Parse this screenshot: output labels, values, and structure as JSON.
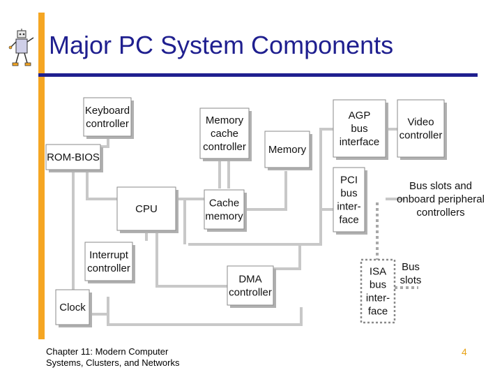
{
  "slide": {
    "title": "Major PC System Components",
    "footer_line1": "Chapter 11: Modern Computer",
    "footer_line2": "Systems, Clusters, and Networks",
    "page_number": "4"
  },
  "colors": {
    "title": "#1F1F8F",
    "accent_bar": "#F5A623",
    "page_number": "#E8A317",
    "connector": "#C8C8C8",
    "box_shadow": "#B0B0B0"
  },
  "diagram": {
    "boxes": {
      "keyboard": [
        "Keyboard",
        "controller"
      ],
      "rombios": [
        "ROM-BIOS"
      ],
      "cpu": [
        "CPU"
      ],
      "interrupt": [
        "Interrupt",
        "controller"
      ],
      "clock": [
        "Clock"
      ],
      "memcache": [
        "Memory",
        "cache",
        "controller"
      ],
      "cachemem": [
        "Cache",
        "memory"
      ],
      "memory": [
        "Memory"
      ],
      "dma": [
        "DMA",
        "controller"
      ],
      "agp": [
        "AGP",
        "bus",
        "interface"
      ],
      "video": [
        "Video",
        "controller"
      ],
      "pci": [
        "PCI",
        "bus",
        "inter-",
        "face"
      ],
      "isa": [
        "ISA",
        "bus",
        "inter-",
        "face"
      ]
    },
    "labels": {
      "bus_slots_onboard": [
        "Bus slots and",
        "onboard peripheral",
        "controllers"
      ],
      "bus_slots": [
        "Bus",
        "slots"
      ]
    },
    "mascot_icon": "robot-mascot-icon"
  }
}
